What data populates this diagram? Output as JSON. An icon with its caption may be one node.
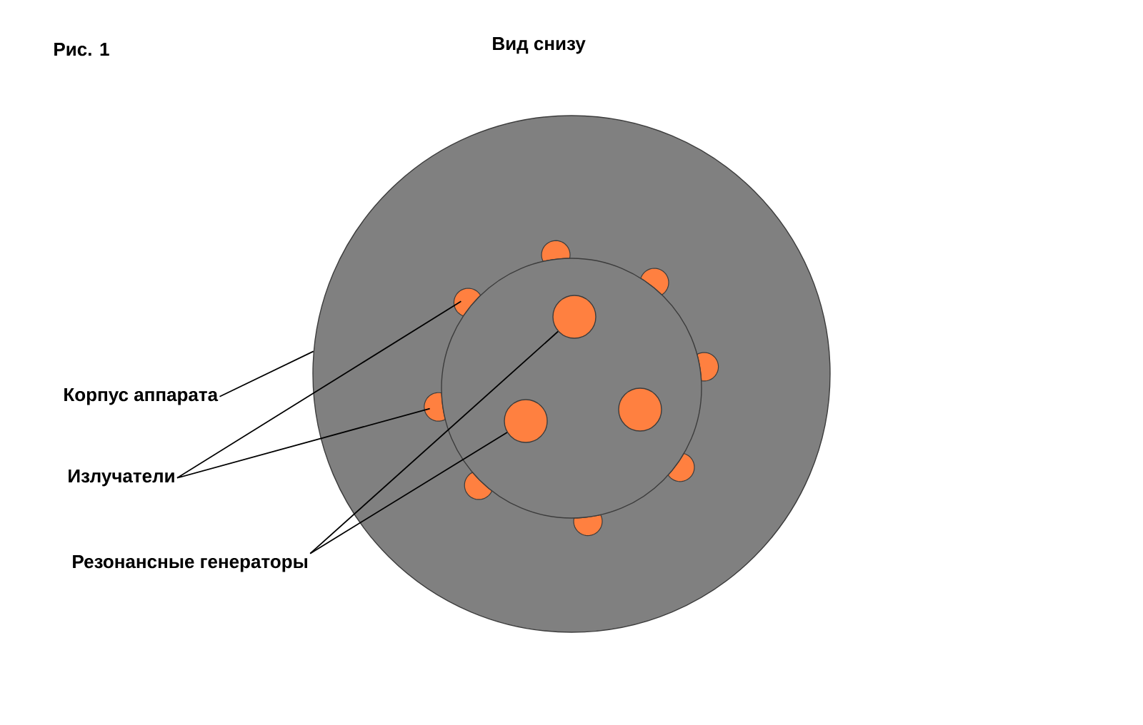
{
  "diagram": {
    "title": "Вид снизу",
    "nodes": [
      {
        "text": [
          "Корпус аппарата"
        ]
      },
      {
        "text": [
          "Излучатели"
        ]
      },
      {
        "text": [
          "Резонансные генераторы"
        ]
      },
      {
        "text": [],
        "shape": "circle"
      },
      {
        "text": [],
        "shape": "semicircle",
        "in": 3
      },
      {
        "text": [],
        "shape": "semicircle",
        "in": 3
      },
      {
        "text": [],
        "shape": "semicircle",
        "in": 3
      },
      {
        "text": [],
        "shape": "semicircle",
        "in": 3
      },
      {
        "text": [],
        "shape": "semicircle",
        "in": 3
      },
      {
        "text": [],
        "shape": "semicircle",
        "in": 3
      },
      {
        "text": [],
        "shape": "semicircle",
        "in": 3
      },
      {
        "text": [],
        "shape": "semicircle",
        "in": 3
      },
      {
        "text": [],
        "shape": "circle",
        "in": 3
      },
      {
        "text": [],
        "shape": "circle",
        "in": 12
      },
      {
        "text": [],
        "shape": "circle",
        "in": 12
      },
      {
        "text": [],
        "shape": "circle",
        "in": 12
      }
    ],
    "edges": [
      {
        "from": 0,
        "to": 3,
        "arrow": "none"
      },
      {
        "from": 1,
        "to": 6,
        "arrow": "none"
      },
      {
        "from": 1,
        "to": 8,
        "arrow": "none"
      },
      {
        "from": 2,
        "to": 13,
        "arrow": "none"
      },
      {
        "from": 2,
        "to": 14,
        "arrow": "none"
      }
    ],
    "labels": [
      "Рис. 1"
    ]
  }
}
